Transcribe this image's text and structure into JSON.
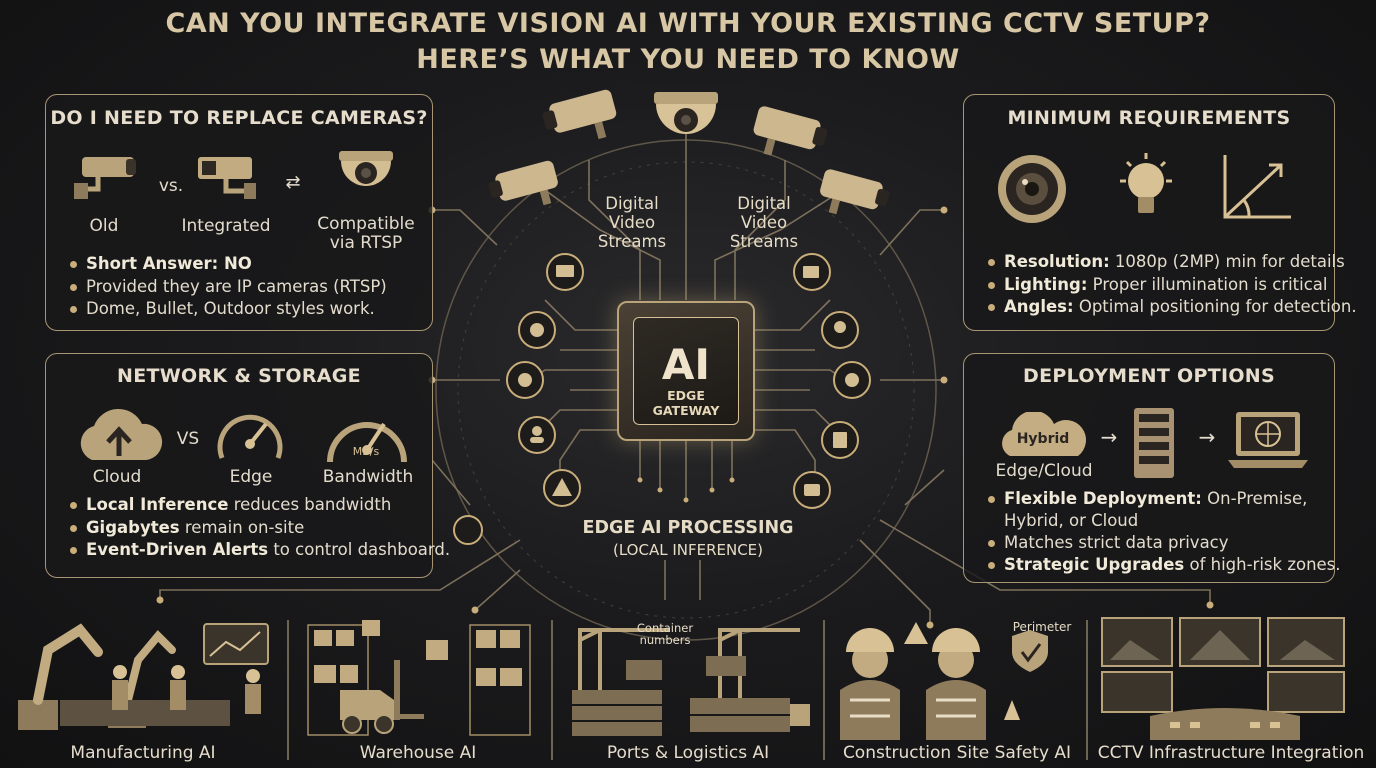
{
  "title": {
    "line1": "Can you integrate Vision AI with your existing CCTV setup?",
    "line2": "Here’s what you need to know"
  },
  "panels": {
    "replace": {
      "title": "DO I NEED TO REPLACE CAMERAS?",
      "icons": [
        {
          "label": "Old",
          "icon": "bullet-camera-icon"
        },
        {
          "label": "vs.",
          "icon": "versus-text"
        },
        {
          "label": "Integrated",
          "icon": "bullet-camera-icon"
        },
        {
          "label": "Compatible via RTSP",
          "line1": "Compatible",
          "line2": "via RTSP",
          "icon": "dome-camera-icon"
        }
      ],
      "bullets": [
        {
          "bold": "Short Answer: NO",
          "text": ""
        },
        {
          "bold": "",
          "text": "Provided they are IP cameras (RTSP)"
        },
        {
          "bold": "",
          "text": "Dome, Bullet, Outdoor styles work."
        }
      ]
    },
    "requirements": {
      "title": "MINIMUM REQUIREMENTS",
      "icons": [
        "camera-lens-icon",
        "light-bulb-icon",
        "angle-arrow-icon"
      ],
      "bullets": [
        {
          "bold": "Resolution:",
          "text": " 1080p (2MP) min for details"
        },
        {
          "bold": "Lighting:",
          "text": " Proper illumination is critical"
        },
        {
          "bold": "Angles:",
          "text": " Optimal positioning for detection."
        }
      ]
    },
    "network": {
      "title": "NETWORK & STORAGE",
      "icons": [
        {
          "label": "Cloud",
          "icon": "cloud-upload-icon"
        },
        {
          "label": "VS",
          "icon": "versus-text"
        },
        {
          "label": "Edge",
          "icon": "edge-gauge-icon"
        },
        {
          "label": "Bandwidth",
          "icon": "bandwidth-gauge-icon",
          "unit": "MB/s"
        }
      ],
      "bullets": [
        {
          "bold": "Local Inference",
          "text": " reduces bandwidth"
        },
        {
          "bold": "Gigabytes",
          "text": " remain on-site"
        },
        {
          "bold": "Event-Driven Alerts",
          "text": " to control dashboard."
        }
      ]
    },
    "deployment": {
      "title": "DEPLOYMENT OPTIONS",
      "hybrid_label": "Hybrid",
      "edge_cloud_label": "Edge/Cloud",
      "icons": [
        "hybrid-cloud-icon",
        "server-rack-icon",
        "laptop-globe-icon"
      ],
      "bullets": [
        {
          "bold": "Flexible Deployment:",
          "text": " On-Premise,",
          "cont": "Hybrid, or Cloud"
        },
        {
          "bold": "",
          "text": "Matches strict data privacy"
        },
        {
          "bold": "Strategic Upgrades",
          "text": " of high-risk zones."
        }
      ]
    }
  },
  "center": {
    "stream_left": [
      "Digital",
      "Video",
      "Streams"
    ],
    "stream_right": [
      "Digital",
      "Video",
      "Streams"
    ],
    "chip_title": "AI",
    "chip_sub1": "EDGE",
    "chip_sub2": "GATEWAY",
    "processing_label": "EDGE AI PROCESSING",
    "processing_sub": "(LOCAL INFERENCE)"
  },
  "industries": [
    {
      "label": "Manufacturing AI",
      "icon": "robot-arm-icon"
    },
    {
      "label": "Warehouse AI",
      "icon": "forklift-icon",
      "annotation": ""
    },
    {
      "label": "Ports & Logistics AI",
      "icon": "port-crane-icon",
      "annotation": "Container numbers"
    },
    {
      "label": "Construction Site Safety AI",
      "icon": "hardhat-worker-icon",
      "annotation": "Perimeter"
    },
    {
      "label": "CCTV Infrastructure Integration",
      "icon": "control-room-icon"
    }
  ],
  "colors": {
    "accent": "#c9ad7a",
    "panel_border": "#a89573",
    "background": "#1b1b1d",
    "text": "#e3dccd"
  }
}
